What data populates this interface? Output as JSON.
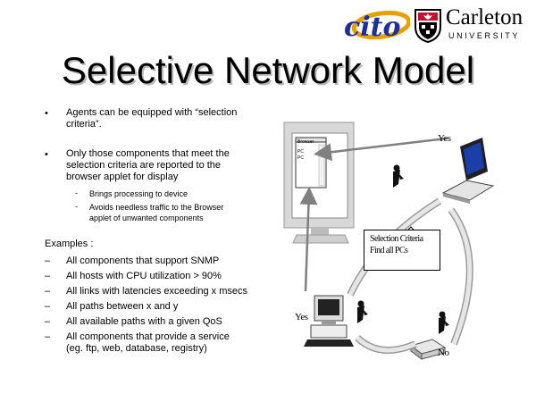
{
  "logo": {
    "cito": "cito",
    "university_name": "Carleton",
    "university_sub": "UNIVERSITY"
  },
  "title": "Selective Network Model",
  "bullets": [
    {
      "lines": [
        "Agents can be equipped with “selection",
        "criteria”."
      ]
    },
    {
      "lines": [
        "Only those components that meet the",
        "selection criteria are reported to the",
        "browser applet for display"
      ],
      "subs": [
        {
          "lines": [
            "Brings processing to device"
          ]
        },
        {
          "lines": [
            "Avoids needless traffic to the Browser",
            "applet of unwanted components"
          ]
        }
      ]
    }
  ],
  "bullet_marker": "•",
  "sub_marker": "-",
  "examples": {
    "heading": "Examples :",
    "marker": "–",
    "items": [
      "All components that support SNMP",
      "All hosts with CPU utilization > 90%",
      "All links with latencies exceeding x msecs",
      "All paths between x and y",
      "All available paths with a given QoS",
      "All components that provide a service",
      "(eg. ftp, web, database, registry)"
    ]
  },
  "diagram": {
    "yes_top": "Yes",
    "yes_left": "Yes",
    "no": "No",
    "criteria_line1": "Selection Criteria",
    "criteria_line2": "Find all PCs",
    "window_title": "Browser",
    "window_items": [
      "PC",
      "PC"
    ]
  }
}
